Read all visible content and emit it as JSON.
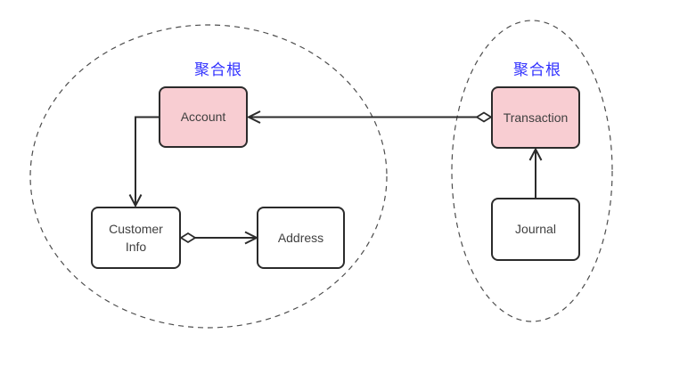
{
  "diagram": {
    "aggregate_groups": [
      {
        "label": "聚合根",
        "nodes": [
          "Account",
          "Customer Info",
          "Address"
        ]
      },
      {
        "label": "聚合根",
        "nodes": [
          "Transaction",
          "Journal"
        ]
      }
    ],
    "nodes": {
      "account": {
        "label": "Account",
        "fill": "#f8cdd2",
        "role": "aggregate-root"
      },
      "customer_info": {
        "label": "Customer Info",
        "fill": "#ffffff",
        "role": "entity"
      },
      "address": {
        "label": "Address",
        "fill": "#ffffff",
        "role": "entity"
      },
      "transaction": {
        "label": "Transaction",
        "fill": "#f8cdd2",
        "role": "aggregate-root"
      },
      "journal": {
        "label": "Journal",
        "fill": "#ffffff",
        "role": "entity"
      }
    },
    "edges": [
      {
        "from": "Transaction",
        "to": "Account",
        "type": "aggregation",
        "diamond_at": "Transaction"
      },
      {
        "from": "Account",
        "to": "Customer Info",
        "type": "directed"
      },
      {
        "from": "Customer Info",
        "to": "Address",
        "type": "aggregation",
        "diamond_at": "Customer Info"
      },
      {
        "from": "Journal",
        "to": "Transaction",
        "type": "directed"
      }
    ],
    "colors": {
      "aggregate_root_fill": "#f8cdd2",
      "entity_fill": "#ffffff",
      "node_border": "#2b2b2b",
      "edge_stroke": "#2b2b2b",
      "boundary_dash": "#4d4d4d",
      "aggregate_label_text": "#3232ff",
      "node_text": "#404040",
      "background": "#ffffff"
    }
  }
}
